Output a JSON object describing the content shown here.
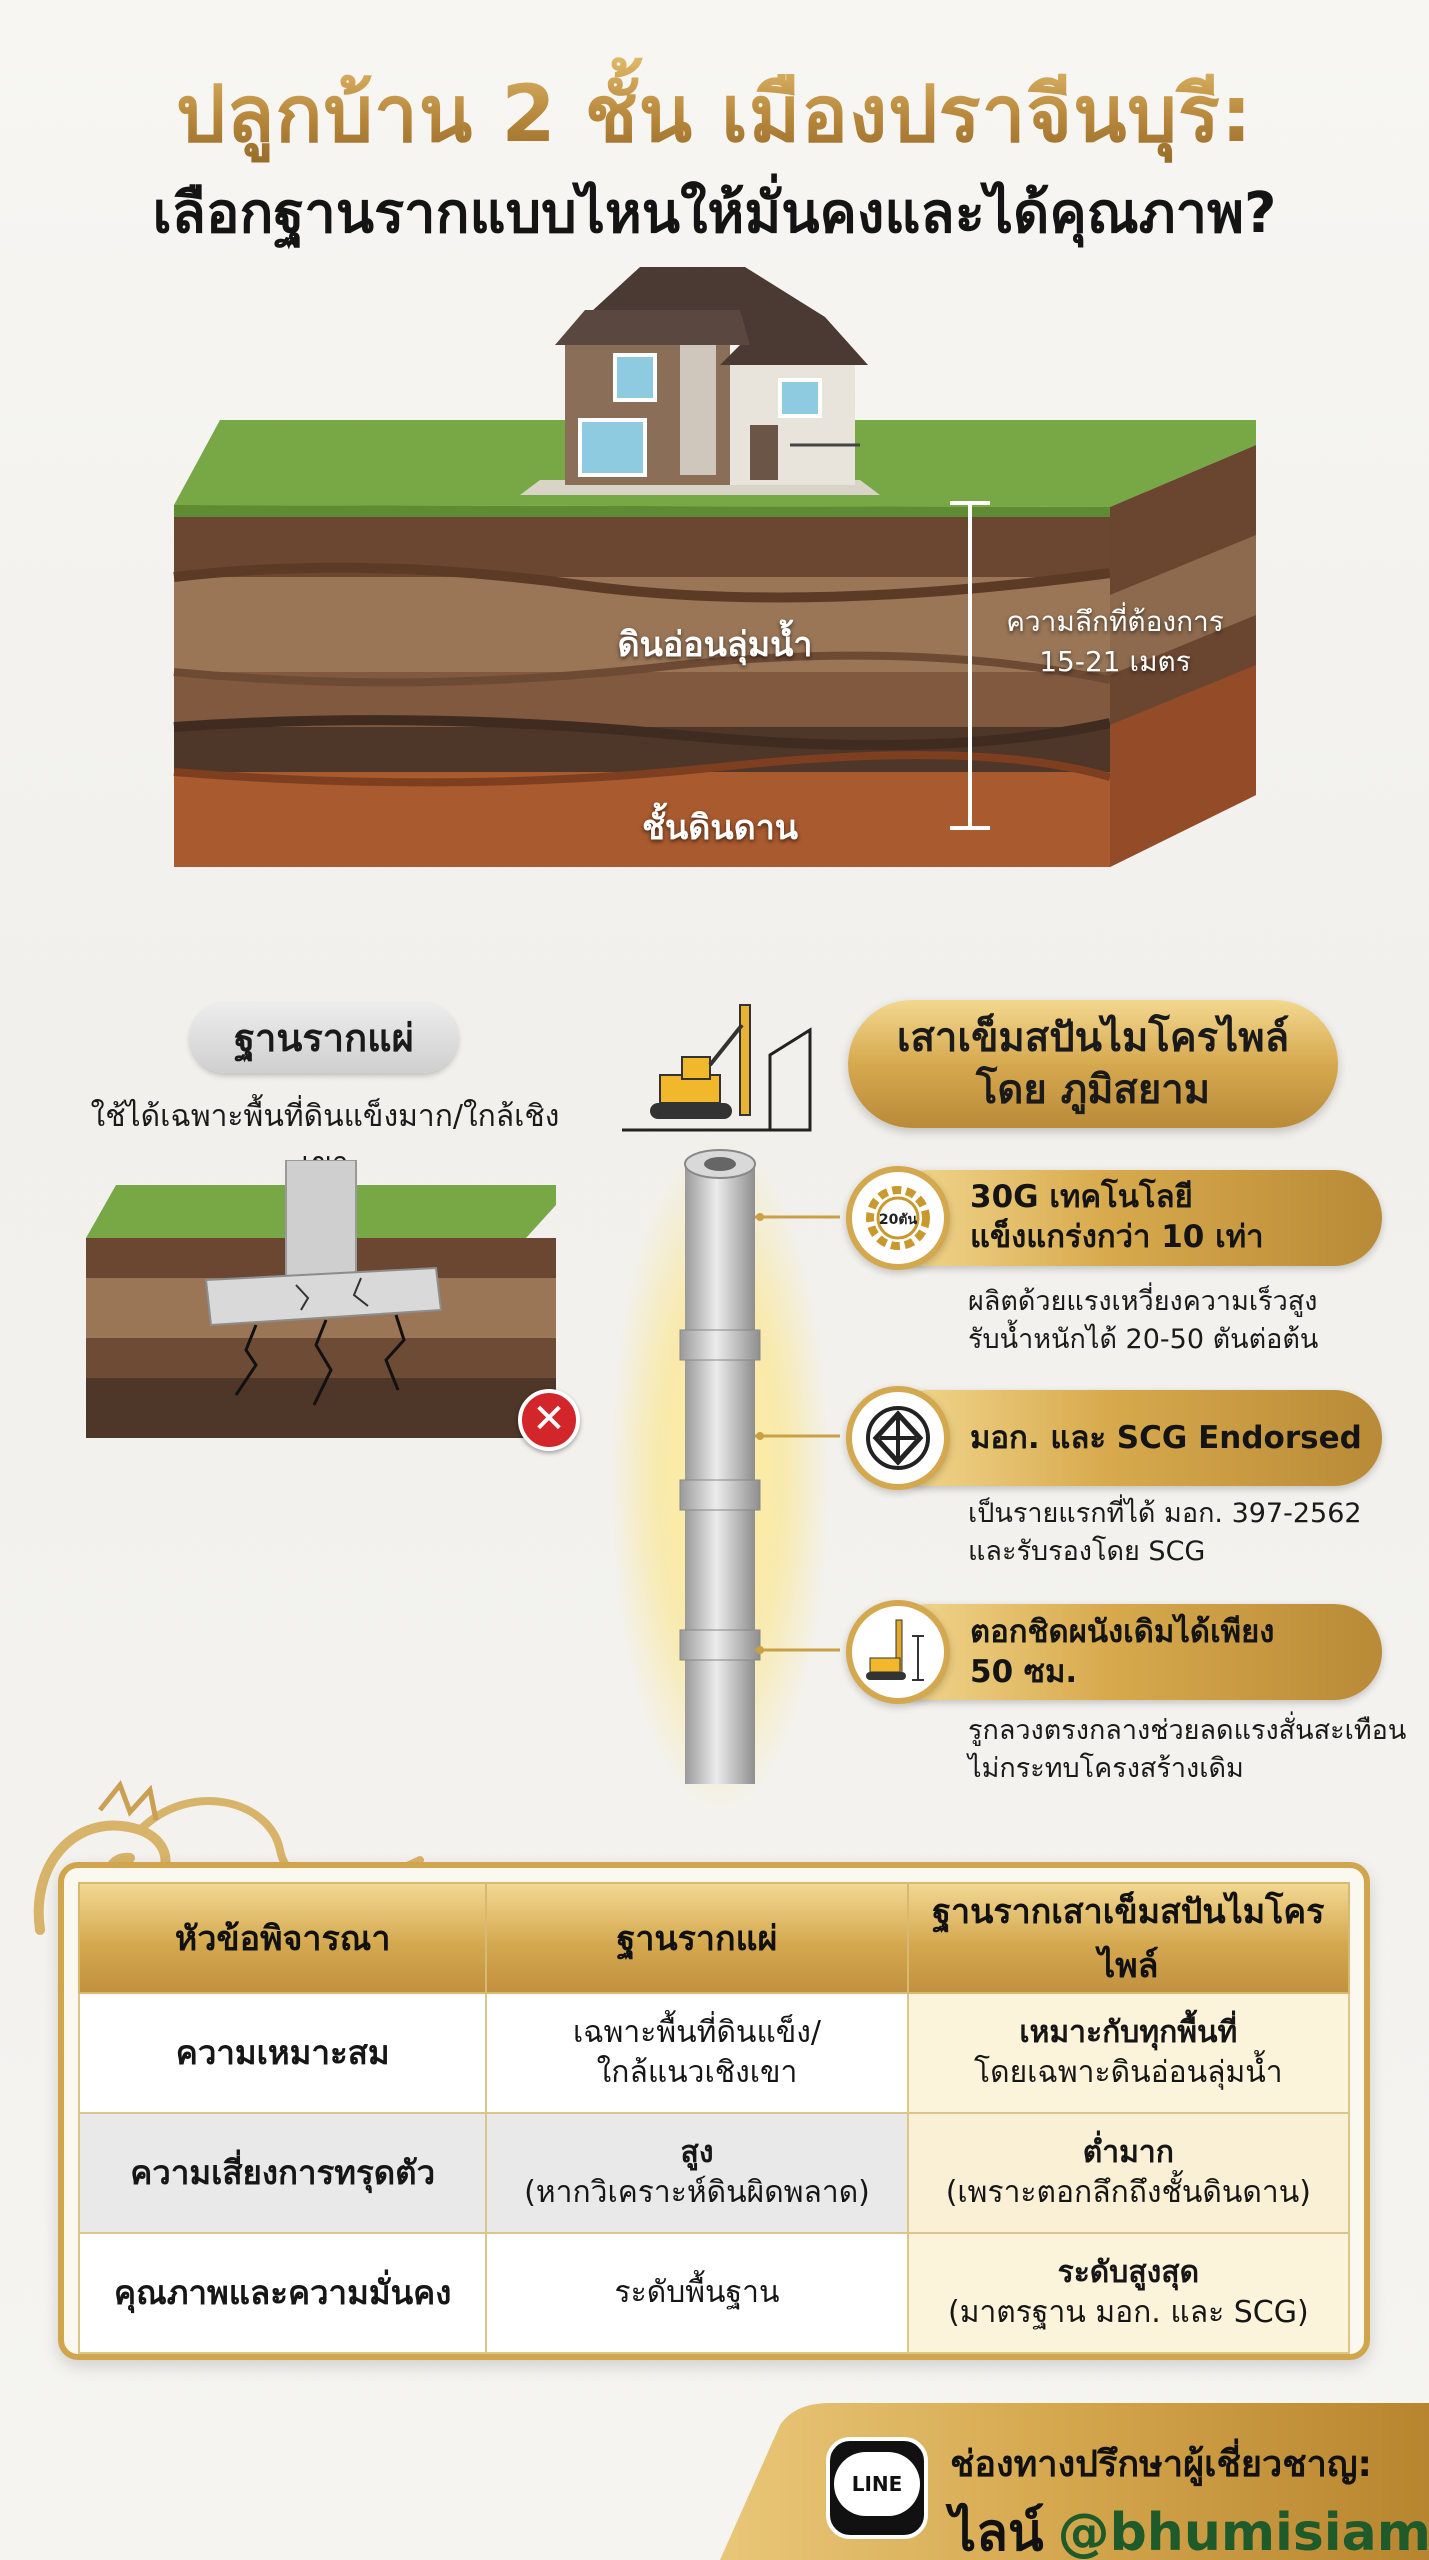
{
  "header": {
    "title": "ปลูกบ้าน 2 ชั้น เมืองปราจีนบุรี:",
    "subtitle": "เลือกฐานรากแบบไหนให้มั่นคงและได้คุณภาพ?"
  },
  "soil": {
    "soft_label": "ดินอ่อนลุ่มน้ำ",
    "bedrock_label": "ชั้นดินดาน",
    "depth_label": "ความลึกที่ต้องการ",
    "depth_value": "15-21 เมตร"
  },
  "shallow": {
    "title": "ฐานรากแผ่",
    "description": "ใช้ได้เฉพาะพื้นที่ดินแข็งมาก/ใกล้เชิงเขา",
    "fail_icon": "x-icon"
  },
  "micropile": {
    "title_line1": "เสาเข็มสปันไมโครไพล์",
    "title_line2": "โดย ภูมิสยาม",
    "features": [
      {
        "title_line1": "30G เทคโนโลยี",
        "title_line2": "แข็งแกร่งกว่า 10 เท่า",
        "icon": "gear-20-icon",
        "badge_text": "20ตัน",
        "desc_line1": "ผลิตด้วยแรงเหวี่ยงความเร็วสูง",
        "desc_line2": "รับน้ำหนักได้ 20-50 ตันต่อต้น"
      },
      {
        "title_line1": "มอก. และ SCG Endorsed",
        "icon": "standard-mark-icon",
        "desc_line1": "เป็นรายแรกที่ได้ มอก. 397-2562",
        "desc_line2": "และรับรองโดย SCG"
      },
      {
        "title_line1": "ตอกชิดผนังเดิมได้เพียง",
        "title_line2": "50 ซม.",
        "icon": "pile-rig-icon",
        "desc_line1": "รูกลวงตรงกลางช่วยลดแรงสั่นสะเทือน",
        "desc_line2": "ไม่กระทบโครงสร้างเดิม"
      }
    ]
  },
  "table": {
    "headers": [
      "หัวข้อพิจารณา",
      "ฐานรากแผ่",
      "ฐานรากเสาเข็มสปันไมโครไพล์"
    ],
    "rows": [
      {
        "criterion": "ความเหมาะสม",
        "shallow_1": "เฉพาะพื้นที่ดินแข็ง/",
        "shallow_2": "ใกล้แนวเชิงเขา",
        "pile_1": "เหมาะกับทุกพื้นที่",
        "pile_2": "โดยเฉพาะดินอ่อนลุ่มน้ำ"
      },
      {
        "criterion": "ความเสี่ยงการทรุดตัว",
        "shallow_1": "สูง",
        "shallow_2": "(หากวิเคราะห์ดินผิดพลาด)",
        "pile_1": "ต่ำมาก",
        "pile_2": "(เพราะตอกลึกถึงชั้นดินดาน)"
      },
      {
        "criterion": "คุณภาพและความมั่นคง",
        "shallow_1": "ระดับพื้นฐาน",
        "shallow_2": "",
        "pile_1": "ระดับสูงสุด",
        "pile_2": "(มาตรฐาน มอก. และ SCG)"
      }
    ]
  },
  "footer": {
    "line_logo_text": "LINE",
    "contact_label": "ช่องทางปรึกษาผู้เชี่ยวชาญ:",
    "channel": "ไลน์",
    "handle": "@bhumisiam"
  },
  "colors": {
    "gold": "#d3a84e",
    "dark_gold": "#b5853a",
    "grass": "#6e9a3c",
    "soil_dark": "#5a3d2b",
    "clay": "#a8582f",
    "danger": "#d3262b"
  }
}
